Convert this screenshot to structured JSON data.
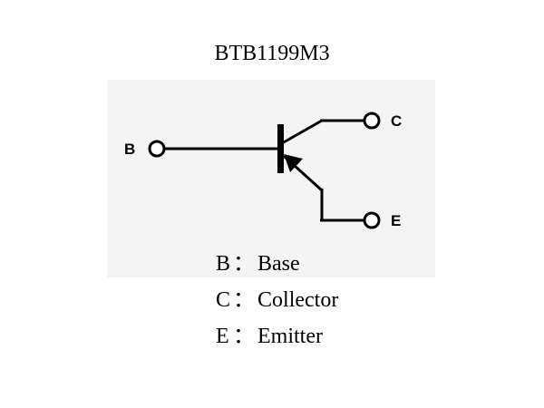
{
  "title": "BTB1199M3",
  "terminals": {
    "base": "B",
    "collector": "C",
    "emitter": "E"
  },
  "legend": [
    {
      "key": "B",
      "sep": "：",
      "desc": "Base"
    },
    {
      "key": "C",
      "sep": "：",
      "desc": "Collector"
    },
    {
      "key": "E",
      "sep": "：",
      "desc": "Emitter"
    }
  ],
  "colors": {
    "line": "#000000",
    "panel": "#f4f4f4",
    "background": "#ffffff"
  }
}
